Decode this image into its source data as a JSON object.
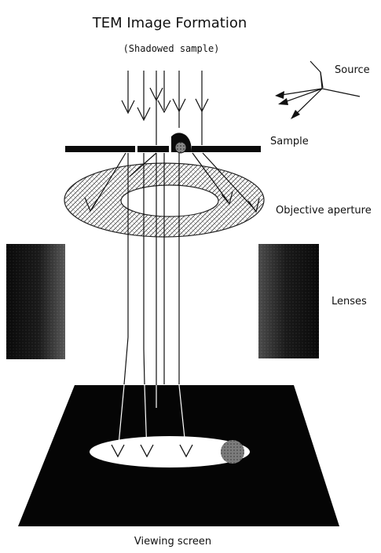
{
  "title": "TEM Image Formation",
  "subtitle": "(Shadowed sample)",
  "labels": {
    "source": "Source",
    "sample": "Sample",
    "objective_aperture": "Objective aperture",
    "lenses": "Lenses",
    "viewing_screen": "Viewing screen"
  }
}
